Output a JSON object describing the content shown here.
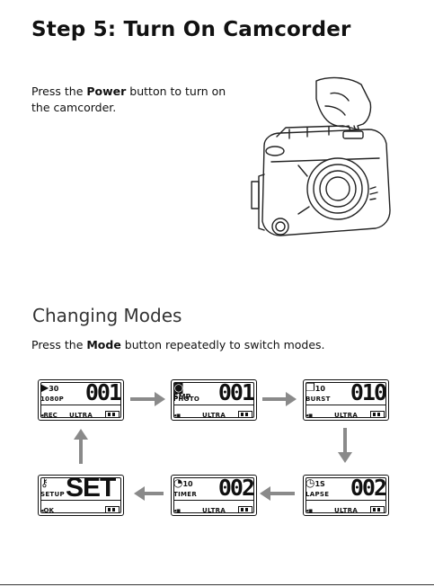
{
  "title": "Step 5: Turn On Camcorder",
  "intro": {
    "prefix": "Press the ",
    "bold": "Power",
    "suffix": " button to turn on the camcorder."
  },
  "section_heading": "Changing Modes",
  "modes_text": {
    "prefix": "Press the ",
    "bold": "Mode",
    "suffix": " button repeatedly to switch modes."
  },
  "screens": [
    {
      "icon": "video-camera-icon",
      "icon_text": "30",
      "sub": "1080P",
      "number": "001",
      "left": "◂REC",
      "mid": "ULTRA"
    },
    {
      "icon": "photo-camera-icon",
      "icon_text": "5MP",
      "sub": "PHOTO",
      "number": "001",
      "left": "◂▪",
      "mid": "ULTRA"
    },
    {
      "icon": "burst-icon",
      "icon_text": "10",
      "sub": "BURST",
      "number": "010",
      "left": "◂▪",
      "mid": "ULTRA"
    },
    {
      "icon": "timelapse-icon",
      "icon_text": "1S",
      "sub": "LAPSE",
      "number": "002",
      "left": "◂▪",
      "mid": "ULTRA"
    },
    {
      "icon": "self-timer-icon",
      "icon_text": "10",
      "sub": "TIMER",
      "number": "002",
      "left": "◂▪",
      "mid": "ULTRA"
    },
    {
      "icon": "key-icon",
      "icon_text": "",
      "sub": "SETUP",
      "number": "SET",
      "left": "◂OK",
      "mid": ""
    }
  ]
}
